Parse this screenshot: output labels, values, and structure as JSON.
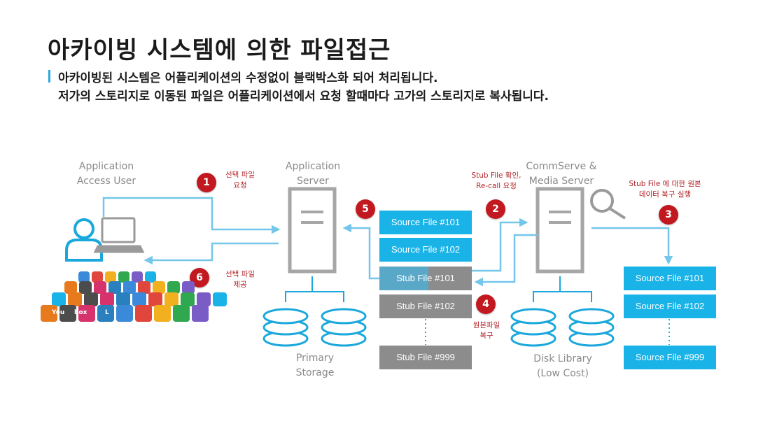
{
  "title": "아카이빙 시스템에 의한 파일접근",
  "subtitle": {
    "line1": "아카이빙된 시스템은 어플리케이션의 수정없이 블랙박스화 되어 처리됩니다.",
    "line2": "저가의 스토리지로 이동된 파일은 어플리케이션에서 요청 할때마다 고가의 스토리지로 복사됩니다."
  },
  "nodes": {
    "user_label": "Application\nAccess User",
    "app_server_label": "Application\nServer",
    "comm_server_label": "CommServe &\nMedia Server",
    "primary_storage_label": "Primary\nStorage",
    "disk_library_label": "Disk Library\n(Low Cost)"
  },
  "steps": [
    {
      "num": "1",
      "text": "선택 파일\n요청"
    },
    {
      "num": "2",
      "text": "Stub File 확인,\nRe-call 요청"
    },
    {
      "num": "3",
      "text": "Stub File  에 대한 원본\n데이터 복구 실행"
    },
    {
      "num": "4",
      "text": "원본파일\n복구"
    },
    {
      "num": "5",
      "text": ""
    },
    {
      "num": "6",
      "text": "선택 파일\n제공"
    }
  ],
  "center_files": {
    "source": [
      "Source File #101",
      "Source File #102"
    ],
    "stubs": [
      "Stub File #101",
      "Stub File #102",
      "Stub File #999"
    ]
  },
  "right_files": [
    "Source File #101",
    "Source File #102",
    "Source File #999"
  ],
  "app_icon_labels": [
    "You",
    "box",
    "L"
  ],
  "colors": {
    "accent_blue": "#19b3e8",
    "line_blue": "#74c6ea",
    "stub_gray": "#8c8c8c",
    "badge_red": "#c1191f",
    "server_gray": "#a6a6a6"
  }
}
